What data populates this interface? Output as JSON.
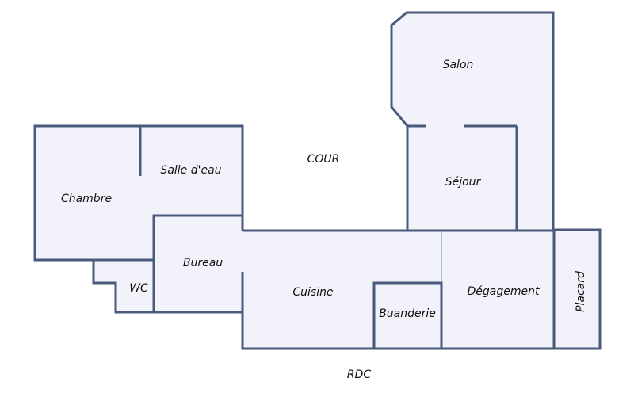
{
  "plan": {
    "courtyard": "COUR",
    "floor": "RDC",
    "rooms": {
      "salon": "Salon",
      "sejour": "Séjour",
      "salle_eau": "Salle d'eau",
      "chambre": "Chambre",
      "bureau": "Bureau",
      "wc": "WC",
      "cuisine": "Cuisine",
      "buanderie": "Buanderie",
      "degagement": "Dégagement",
      "placard": "Placard"
    }
  }
}
